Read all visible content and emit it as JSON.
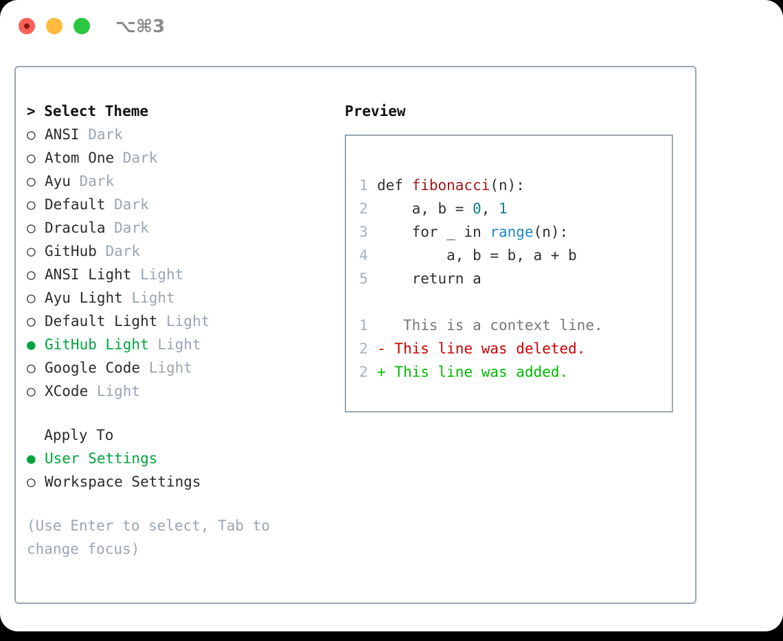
{
  "titlebar": {
    "shortcut": "⌥⌘3",
    "lights": [
      "close",
      "minimize",
      "maximize"
    ]
  },
  "left": {
    "header": "> Select Theme",
    "themes": [
      {
        "bullet": "○",
        "name": "ANSI",
        "category": "Dark",
        "selected": false
      },
      {
        "bullet": "○",
        "name": "Atom One",
        "category": "Dark",
        "selected": false
      },
      {
        "bullet": "○",
        "name": "Ayu",
        "category": "Dark",
        "selected": false
      },
      {
        "bullet": "○",
        "name": "Default",
        "category": "Dark",
        "selected": false
      },
      {
        "bullet": "○",
        "name": "Dracula",
        "category": "Dark",
        "selected": false
      },
      {
        "bullet": "○",
        "name": "GitHub",
        "category": "Dark",
        "selected": false
      },
      {
        "bullet": "○",
        "name": "ANSI Light",
        "category": "Light",
        "selected": false
      },
      {
        "bullet": "○",
        "name": "Ayu Light",
        "category": "Light",
        "selected": false
      },
      {
        "bullet": "○",
        "name": "Default Light",
        "category": "Light",
        "selected": false
      },
      {
        "bullet": "●",
        "name": "GitHub Light",
        "category": "Light",
        "selected": true
      },
      {
        "bullet": "○",
        "name": "Google Code",
        "category": "Light",
        "selected": false
      },
      {
        "bullet": "○",
        "name": "XCode",
        "category": "Light",
        "selected": false
      }
    ],
    "apply_to_header": "  Apply To",
    "apply_to": [
      {
        "bullet": "●",
        "name": "User Settings",
        "selected": true
      },
      {
        "bullet": "○",
        "name": "Workspace Settings",
        "selected": false
      }
    ],
    "hint": "(Use Enter to select, Tab to change focus)"
  },
  "right": {
    "header": "Preview",
    "code_lines": [
      {
        "num": "1",
        "segments": [
          {
            "text": "def ",
            "style": "plain"
          },
          {
            "text": "fibonacci",
            "style": "fn"
          },
          {
            "text": "(n):",
            "style": "plain"
          }
        ]
      },
      {
        "num": "2",
        "segments": [
          {
            "text": "    a, b = ",
            "style": "plain"
          },
          {
            "text": "0",
            "style": "num"
          },
          {
            "text": ", ",
            "style": "plain"
          },
          {
            "text": "1",
            "style": "num"
          }
        ]
      },
      {
        "num": "3",
        "segments": [
          {
            "text": "    for _ in ",
            "style": "plain"
          },
          {
            "text": "range",
            "style": "call"
          },
          {
            "text": "(n):",
            "style": "plain"
          }
        ]
      },
      {
        "num": "4",
        "segments": [
          {
            "text": "        a, b = b, a + b",
            "style": "plain"
          }
        ]
      },
      {
        "num": "5",
        "segments": [
          {
            "text": "    return a",
            "style": "plain"
          }
        ]
      }
    ],
    "diff_lines": [
      {
        "num": "1",
        "marker": "  ",
        "text": " This is a context line.",
        "kind": "context"
      },
      {
        "num": "2",
        "marker": "- ",
        "text": "This line was deleted.",
        "kind": "deleted"
      },
      {
        "num": "2",
        "marker": "+ ",
        "text": "This line was added.",
        "kind": "added"
      }
    ]
  },
  "colors": {
    "selected_green": "#00a33f",
    "muted_gray": "#9aa5b4",
    "border": "#9aa5b4",
    "keyword_function": "#a4161a",
    "keyword_number": "#0b7e84",
    "keyword_call": "#1b87c4",
    "diff_added": "#00bb00",
    "diff_deleted": "#cc0000",
    "diff_context": "#777777"
  }
}
